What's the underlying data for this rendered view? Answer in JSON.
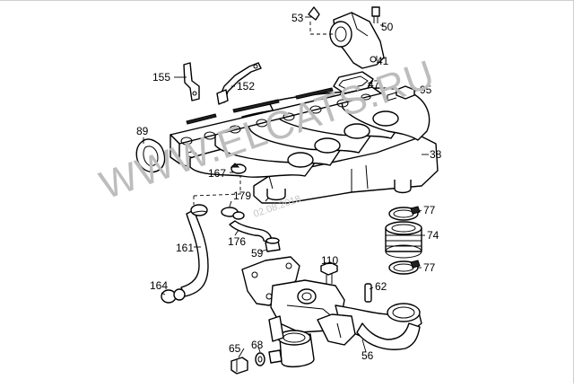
{
  "watermark": "WWW.ELCATS.RU",
  "date_stamp": "02.08.2018",
  "callouts": [
    "53",
    "50",
    "41",
    "155",
    "152",
    "47",
    "95",
    "89",
    "38",
    "167",
    "179",
    "77",
    "176",
    "74",
    "161",
    "59",
    "110",
    "77",
    "164",
    "62",
    "65",
    "68",
    "56"
  ]
}
